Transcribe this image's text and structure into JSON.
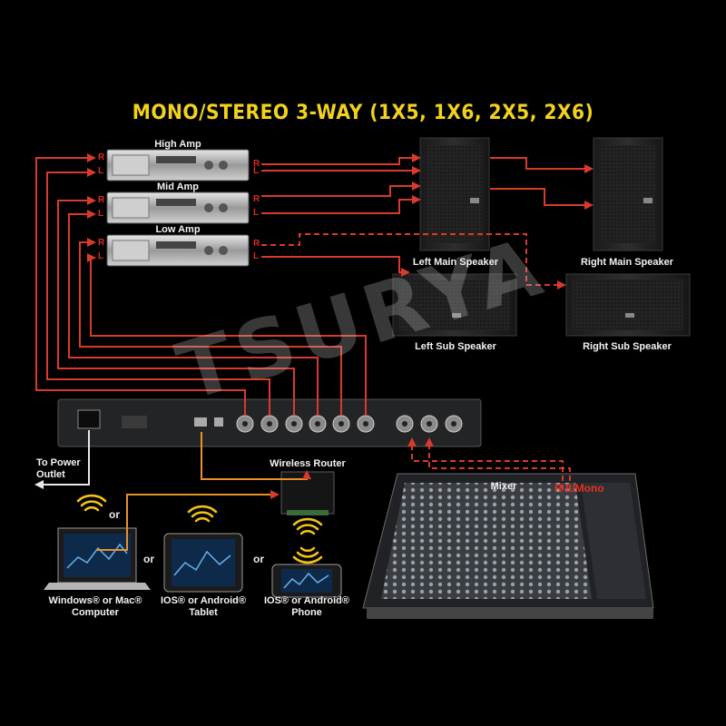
{
  "title": "MONO/STEREO 3-WAY (1X5, 1X6, 2X5, 2X6)",
  "watermark": "TSURYA",
  "amps": [
    {
      "label": "High Amp"
    },
    {
      "label": "Mid Amp"
    },
    {
      "label": "Low Amp"
    }
  ],
  "amp_in_r": "R",
  "amp_in_l": "L",
  "speakers": {
    "left_main": "Left Main Speaker",
    "right_main": "Right Main Speaker",
    "left_sub": "Left Sub Speaker",
    "right_sub": "Right Sub Speaker"
  },
  "power_outlet": "To Power Outlet",
  "wireless_router": "Wireless Router",
  "mixer": "Mixer",
  "mixer_out": "R L/Mono",
  "or_label": "or",
  "devices": {
    "computer": "Windows® or Mac® Computer",
    "tablet": "IOS® or Android® Tablet",
    "phone": "IOS® or Android® Phone"
  },
  "colors": {
    "title": "#f2d21c",
    "signal_line": "#d93a2b",
    "network_line": "#e8902a",
    "background": "#000000"
  }
}
